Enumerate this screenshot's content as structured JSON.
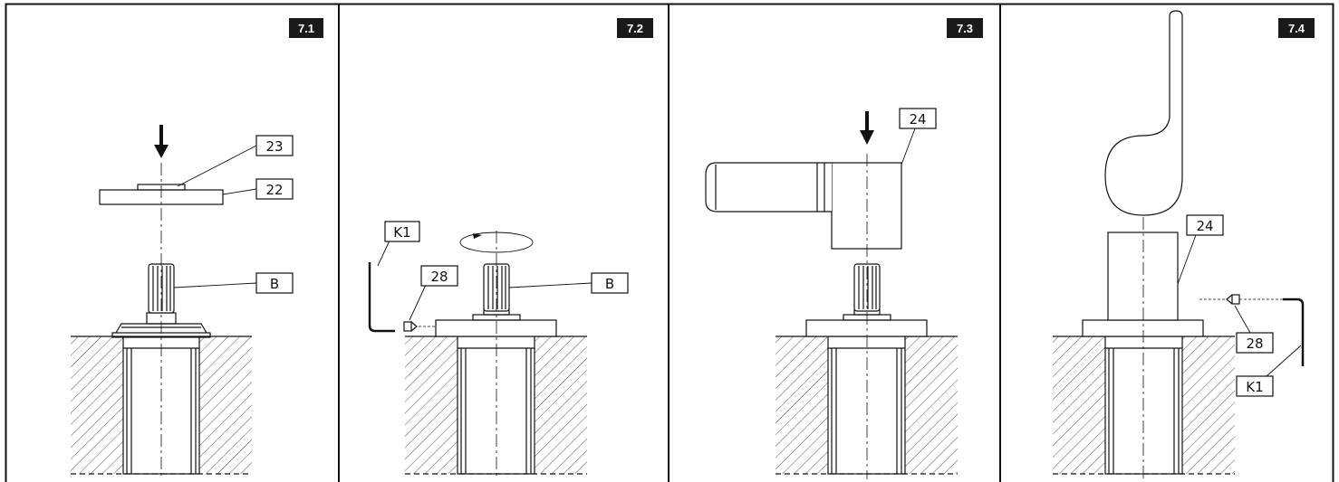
{
  "panels": [
    {
      "step": "7.1",
      "callouts": {
        "a": "23",
        "b": "22",
        "c": "B"
      }
    },
    {
      "step": "7.2",
      "callouts": {
        "a": "K1",
        "b": "28",
        "c": "B"
      }
    },
    {
      "step": "7.3",
      "callouts": {
        "a": "24"
      }
    },
    {
      "step": "7.4",
      "callouts": {
        "a": "24",
        "b": "28",
        "c": "K1"
      }
    }
  ],
  "colors": {
    "line": "#111111",
    "badge": "#1a1a1a",
    "background": "#ffffff"
  }
}
